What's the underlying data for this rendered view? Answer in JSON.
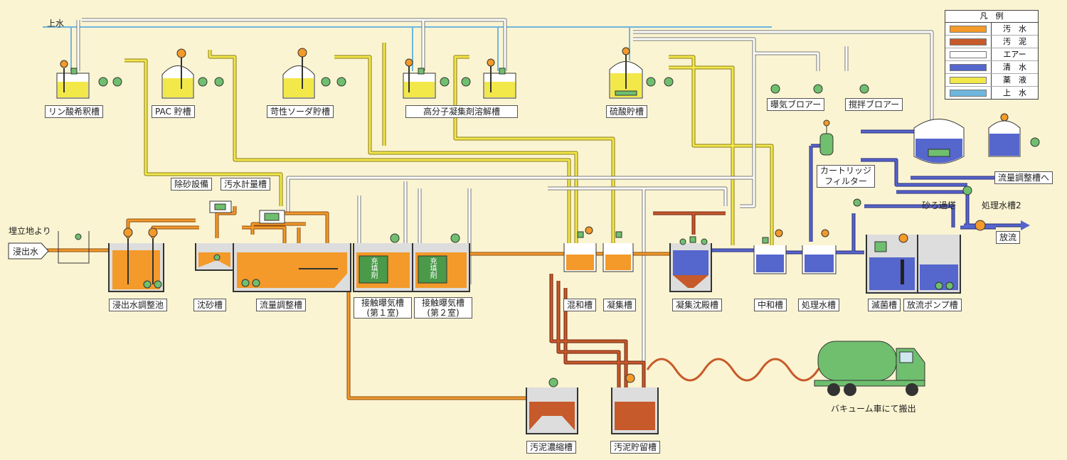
{
  "colors": {
    "sewage": "#f39a2a",
    "sludge": "#c75a2a",
    "air": "#ffffff",
    "clean": "#5566cc",
    "chemical": "#f2e84a",
    "tap": "#6fb6dd"
  },
  "top_labels": {
    "tap_water": "上水",
    "inflow_source": "埋立地より",
    "inflow": "浸出水",
    "vacuum_truck": "バキューム車にて搬出",
    "discharge": "放流"
  },
  "tanks": {
    "phosphoric": "リン酸希釈槽",
    "pac": "PAC 貯槽",
    "soda": "苛性ソーダ貯槽",
    "polymer": "高分子凝集剤溶解槽",
    "sulfuric": "硫酸貯槽",
    "aeration_blower": "曝気ブロアー",
    "stirring_blower": "撹拌ブロアー",
    "cartridge_filter": "カートリッジ\nフィルター",
    "to_flow_adjust": "流量調整槽へ",
    "sand_filter": "砂ろ過塔",
    "treated_2": "処理水槽2",
    "grit_equipment": "除砂設備",
    "sewage_meter": "汚水計量槽",
    "leachate_adjust": "浸出水調整池",
    "grit_chamber": "沈砂槽",
    "flow_adjust": "流量調整槽",
    "contact_aeration_1": "接触曝気槽\n(第１室)",
    "contact_aeration_2": "接触曝気槽\n(第２室)",
    "mixing": "混和槽",
    "coagulation": "凝集槽",
    "sedimentation": "凝集沈殿槽",
    "neutralization": "中和槽",
    "treated": "処理水槽",
    "sterilization": "滅菌槽",
    "discharge_pump": "放流ポンプ槽",
    "sludge_thickener": "汚泥濃縮槽",
    "sludge_storage": "汚泥貯留槽",
    "media_1": "充填剤",
    "media_2": "充填剤"
  },
  "legend": {
    "title": "凡　例",
    "items": [
      {
        "name": "汚　水",
        "color": "#f39a2a"
      },
      {
        "name": "汚　泥",
        "color": "#c75a2a"
      },
      {
        "name": "エアー",
        "color": "#ffffff"
      },
      {
        "name": "清　水",
        "color": "#5566cc"
      },
      {
        "name": "薬　液",
        "color": "#f2e84a"
      },
      {
        "name": "上　水",
        "color": "#6fb6dd"
      }
    ]
  }
}
